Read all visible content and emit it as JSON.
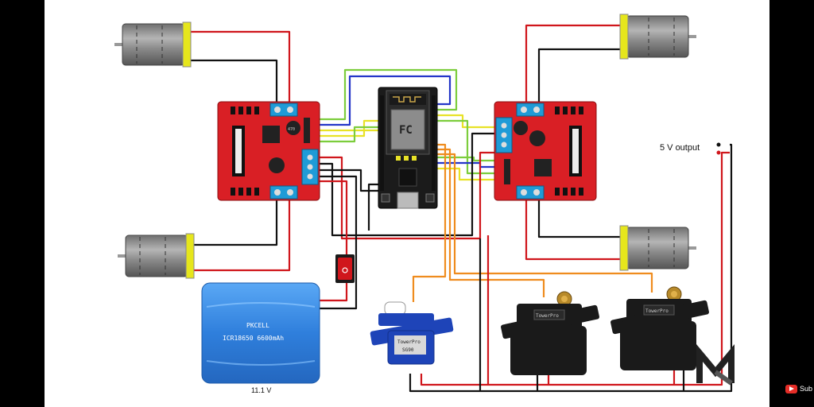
{
  "labels": {
    "five_v_output": "5 V output",
    "battery_voltage": "11.1 V",
    "battery_brand": "PKCELL",
    "battery_spec": "ICR18650 6600mAh",
    "sg90_brand": "TowerPro",
    "sg90_model": "SG90",
    "mg_brand": "TowerPro",
    "wifi_chip_mark": "FC",
    "driver_cap_text": "470",
    "youtube_text": "Sub"
  },
  "colors": {
    "background": "#ffffff",
    "wire_red": "#d0161c",
    "wire_black": "#111111",
    "wire_yellow": "#e8e227",
    "wire_green": "#7ccd3c",
    "wire_blue": "#2436c8",
    "wire_orange": "#ef8c1e",
    "driver_board": "#d91f25",
    "terminal_blue": "#1f9bd7",
    "battery_blue": "#3b8ee6",
    "servo_blue": "#1e44b8",
    "servo_black": "#1a1a1a",
    "motor_gray": "#8e8e8e",
    "motor_yellow": "#e6e61c"
  },
  "icons": {
    "dc_motor": "dc-motor-icon",
    "motor_driver": "l298n-driver-icon",
    "esp8266": "nodemcu-board-icon",
    "switch": "rocker-switch-icon",
    "battery": "battery-pack-icon",
    "micro_servo": "sg90-servo-icon",
    "servo": "mg996r-servo-icon",
    "logo": "watermark-logo"
  }
}
